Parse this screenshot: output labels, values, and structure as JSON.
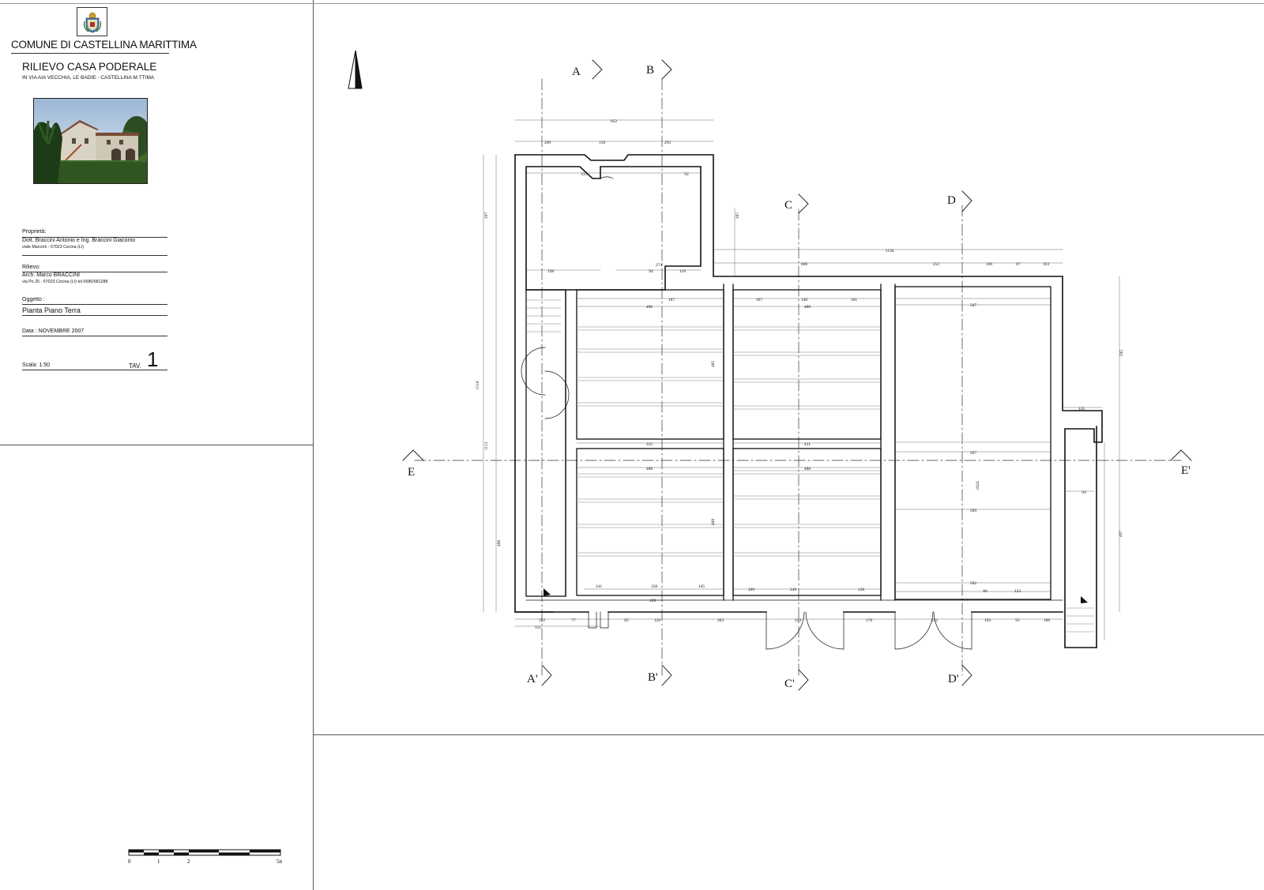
{
  "title_block": {
    "comune": "COMUNE  DI CASTELLINA MARITTIMA",
    "title": "RILIEVO CASA PODERALE",
    "subtitle": "IN VIA AIA VECCHIA, LE BADIE - CASTELLINA M.TTIMA",
    "proprieta_label": "Proprietà:",
    "proprieta_name": "Dott. Braccini Antonio e Ing. Braccini Giacomo",
    "proprieta_address": "viale Marconi - 57023 Cecina (LI)",
    "rilievo_label": "Rilievo:",
    "rilievo_name": "Arch. Marco BRACCINI",
    "rilievo_address": "via Po 25 - 57023 Cecina (LI) tel 0586/681288",
    "oggetto_label": "Oggetto :",
    "oggetto_value": "Pianta Piano Terra",
    "data_label": "Data :  NOVEMBRE 2007",
    "scala_label": "Scala:  1:50",
    "tav_label": "TAV.",
    "tav_number": "1"
  },
  "scalebar": {
    "labels": [
      "0",
      "1",
      "2",
      "5m"
    ]
  },
  "sections": {
    "A": "A",
    "A_prime": "A'",
    "B": "B",
    "B_prime": "B'",
    "C": "C",
    "C_prime": "C'",
    "D": "D",
    "D_prime": "D'",
    "E": "E",
    "E_prime": "E'"
  },
  "dimensions": {
    "total_top": "652",
    "top_a": "209",
    "top_b": "150",
    "top_c": "293",
    "right_wing_top": "1136",
    "d606": "606",
    "d252": "252",
    "d109": "109",
    "d87": "87",
    "d103": "103",
    "left_total": "1510",
    "left_1113": "1113",
    "d460": "460",
    "d397": "397",
    "d595": "595",
    "d497": "497",
    "d1024": "1024",
    "d488a": "488",
    "d488b": "488",
    "d488c": "488",
    "d507a": "507",
    "d507b": "507",
    "d509": "509",
    "d502": "502",
    "d335": "335",
    "d431": "431",
    "d485": "485",
    "d486": "486",
    "d167a": "167",
    "d140": "140",
    "d181": "181",
    "d167b": "167",
    "d274": "274",
    "d94": "94",
    "d116": "116",
    "d198": "198",
    "d333": "333",
    "d92": "92",
    "d135": "135",
    "d93": "93",
    "b85": "85",
    "b120": "120",
    "b303": "303",
    "b249": "249",
    "b178": "178",
    "b252": "252",
    "b103": "103",
    "b92": "92",
    "b106": "106",
    "b122": "122",
    "b77": "77",
    "b151": "151",
    "i141": "141",
    "i158": "158",
    "i145": "145",
    "i109": "109",
    "i249": "249",
    "i128": "128",
    "i86": "86",
    "i123": "123",
    "i128b": "128"
  }
}
